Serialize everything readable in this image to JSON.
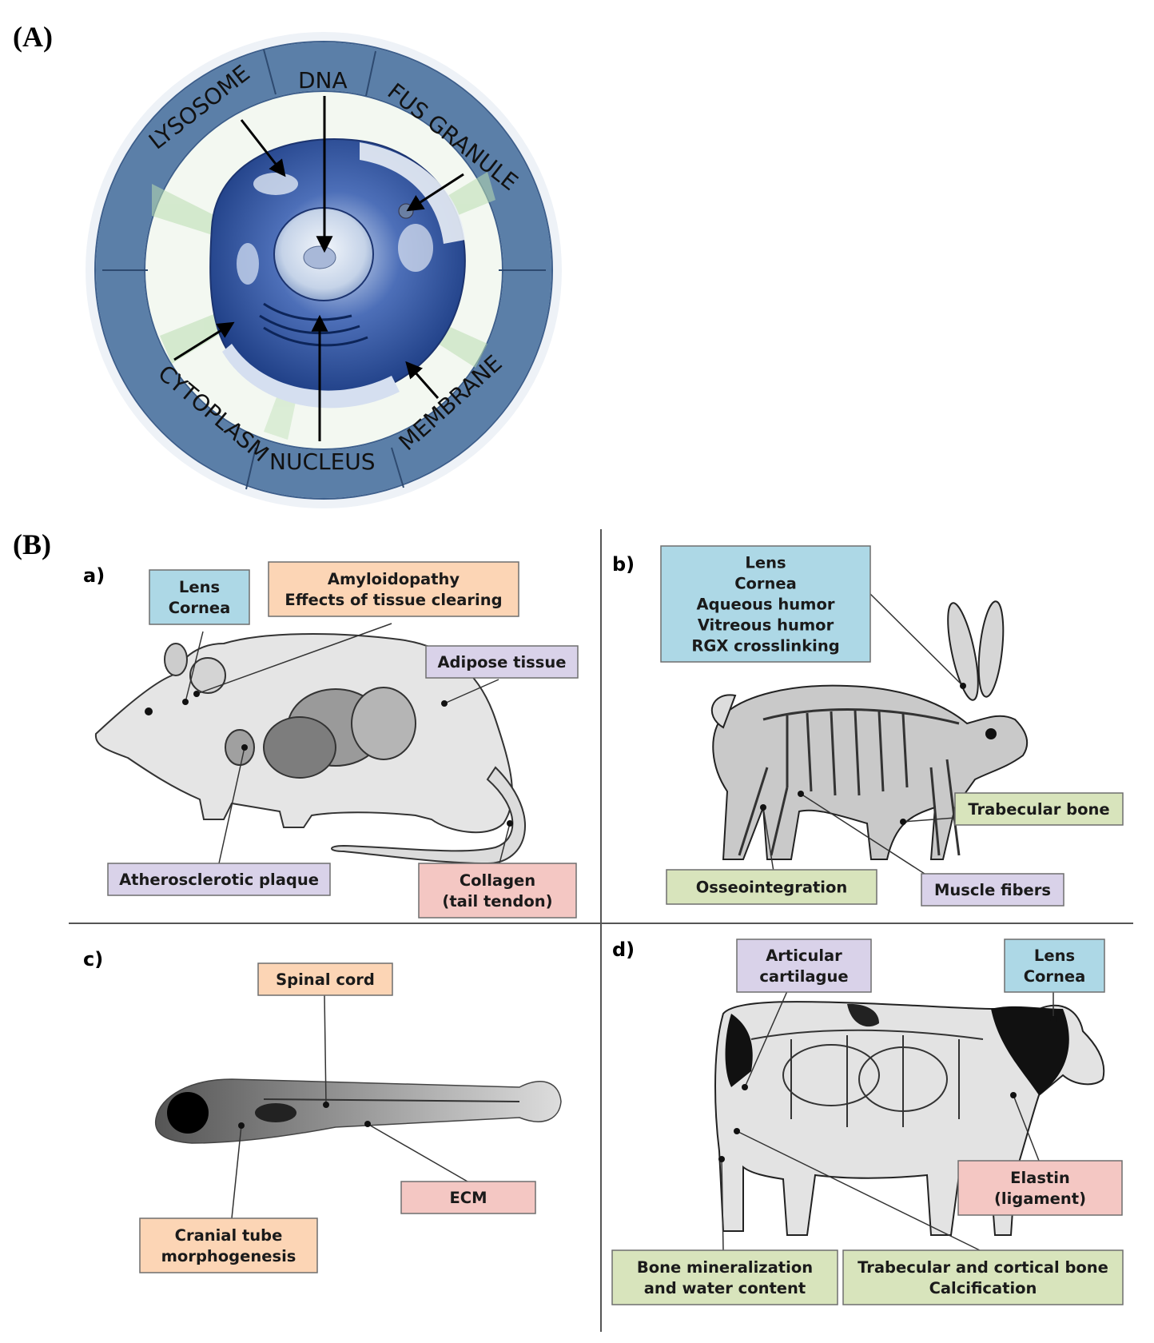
{
  "panel_a": {
    "letter": "(A)",
    "ring_labels": {
      "lysosome": "LYSOSOME",
      "dna": "DNA",
      "fus_granule": "FUS GRANULE",
      "membrane": "MEMBRANE",
      "nucleus": "NUCLEUS",
      "cytoplasm": "CYTOPLASM"
    }
  },
  "panel_b": {
    "letter": "(B)",
    "mouse": {
      "letter": "a)",
      "lens_cornea": [
        "Lens",
        "Cornea"
      ],
      "amyloidopathy": [
        "Amyloidopathy",
        "Effects of tissue clearing"
      ],
      "adipose": [
        "Adipose tissue"
      ],
      "atherosclerotic": [
        "Atherosclerotic plaque"
      ],
      "collagen": [
        "Collagen",
        "(tail tendon)"
      ]
    },
    "rabbit": {
      "letter": "b)",
      "eye": [
        "Lens",
        "Cornea",
        "Aqueous humor",
        "Vitreous humor",
        "RGX crosslinking"
      ],
      "trabecular": [
        "Trabecular bone"
      ],
      "osseo": [
        "Osseointegration"
      ],
      "muscle": [
        "Muscle fibers"
      ]
    },
    "zebrafish": {
      "letter": "c)",
      "spinal": [
        "Spinal cord"
      ],
      "ecm": [
        "ECM"
      ],
      "cranial": [
        "Cranial tube",
        "morphogenesis"
      ]
    },
    "cow": {
      "letter": "d)",
      "cartilage": [
        "Articular",
        "cartilague"
      ],
      "lens_cornea": [
        "Lens",
        "Cornea"
      ],
      "elastin": [
        "Elastin",
        "(ligament)"
      ],
      "bone_min": [
        "Bone mineralization",
        "and water content"
      ],
      "trab_cort": [
        "Trabecular and cortical bone",
        "Calcification"
      ]
    }
  },
  "colors": {
    "blue_box": "#add8e6",
    "orange_box": "#fcd5b5",
    "purple_box": "#d9d2e9",
    "red_box": "#f4c7c3",
    "green_box": "#d8e4bc",
    "ring": "#5b7fa8"
  }
}
